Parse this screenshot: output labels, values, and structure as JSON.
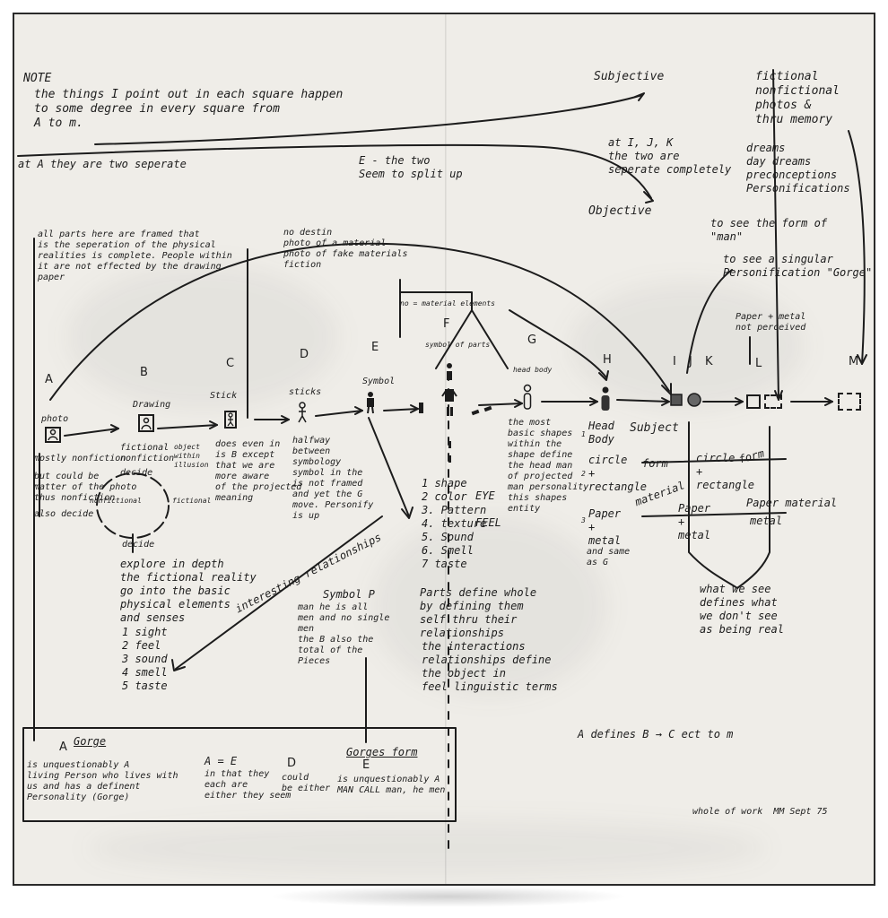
{
  "note": {
    "title": "NOTE",
    "text": "the things I point out in each square happen\nto some degree in every square from\nA to m."
  },
  "top_labels": {
    "subjective": "Subjective",
    "objective": "Objective",
    "at_a": "at A they are two seperate",
    "e_split": "E - the two\nSeem to split up",
    "ijk": "at I, J, K\nthe two are\nseperate completely",
    "fictional": "fictional\nnonfictional\nphotos &\nthru memory",
    "dreams": "dreams\nday dreams\npreconceptions\nPersonifications"
  },
  "upper_notes": {
    "all_parts": "all parts here are framed that\nis the seperation of the physical\nrealities is complete. People within\nit are not effected by the drawing\npaper",
    "no_destin": "no destin\nphoto of a material\nphoto of fake materials\nfiction",
    "to_see_form": "to see the form of\n\"man\"",
    "to_see_singular": "to see a singular\nPersonification \"Gorge\"",
    "paper_metal": "Paper + metal\nnot perceived",
    "no_material": "no = material elements"
  },
  "letters": {
    "a": "A",
    "b": "B",
    "c": "C",
    "d": "D",
    "e": "E",
    "f": "F",
    "g": "G",
    "h": "H",
    "i": "I",
    "j": "J",
    "k": "K",
    "l": "L",
    "m": "M"
  },
  "figure_captions": {
    "photo": "photo",
    "drawing": "Drawing",
    "stick": "Stick",
    "sticks": "sticks",
    "symbol": "Symbol",
    "symbol_parts": "symbol of parts",
    "head_body": "head body"
  },
  "texts_a_b_c": {
    "mostly_nonfiction": "mostly nonfiction",
    "but_could": "but could be\nmatter of the photo\nthus nonfiction",
    "also_decide": "also decide",
    "fictional_b": "fictional\nnonfiction",
    "object_illusion": "object\nwithin\nillusion",
    "c_text": "does even in\nis B except\nthat we are\nmore aware\nof the projected\nmeaning",
    "d_text": "halfway\nbetween\nsymbology\nsymbol in the\nis not framed\nand yet the G\nmove. Personify\nis up"
  },
  "circle": {
    "top": "decide",
    "left": "nonfictional",
    "right": "fictional",
    "bottom": "decide",
    "explore": "explore in depth\nthe fictional reality\ngo into the basic\nphysical elements\nand senses",
    "senses": "1 sight\n2 feel\n3 sound\n4 smell\n5 taste"
  },
  "center_list": {
    "items": "1 shape\n2 color\n3. Pattern\n4. texture\n5. Sound\n6. Smell\n7 taste",
    "eye": "EYE",
    "feel": "FEEL",
    "parts_define": "Parts define whole\nby defining them\nself thru their\nrelationships",
    "interactions": "the interactions\nrelationships define\nthe object in\nfeel linguistic terms"
  },
  "g_text": "the most\nbasic shapes\nwithin the\nshape define\nthe head man\nof projected\nman personality\nthis shapes\nentity",
  "symbol_p": {
    "title": "Symbol P",
    "text": "man he is all\nmen and no single\nmen\nthe B also the\ntotal of the\nPieces"
  },
  "interesting": "interesting relationships",
  "right_block": {
    "head_body": "Head\nBody",
    "subject": "Subject",
    "circle_rect": "circle\n+\nrectangle",
    "form1": "form",
    "form2": "form",
    "circle_rect2": "circle\n+\nrectangle",
    "paper_metal": "Paper\n+\nmetal",
    "material1": "material",
    "paper_metal2": "Paper\n+\nmetal",
    "paper_material": "Paper material",
    "metal": "metal",
    "same_as_g": "and same\nas G",
    "what_we_see": "what we see\ndefines what\nwe don't see\nas being real"
  },
  "numbers": {
    "n1": "1",
    "n2": "2",
    "n3": "3"
  },
  "defines": "A defines B → C ect to m",
  "signature": "whole of work  MM Sept 75",
  "bottom_box": {
    "a": "A",
    "gorge": "Gorge",
    "a_text": "is unquestionably A\nliving Person who lives with\nus and has a definent\nPersonality (Gorge)",
    "ae": "A = E",
    "ae_text": "in that they\neach are\neither they seem",
    "d": "D",
    "d_text": "could\nbe either",
    "gorges_form": "Gorges form",
    "e": "E",
    "e_text": "is unquestionably A\nMAN CALL man, he men"
  }
}
